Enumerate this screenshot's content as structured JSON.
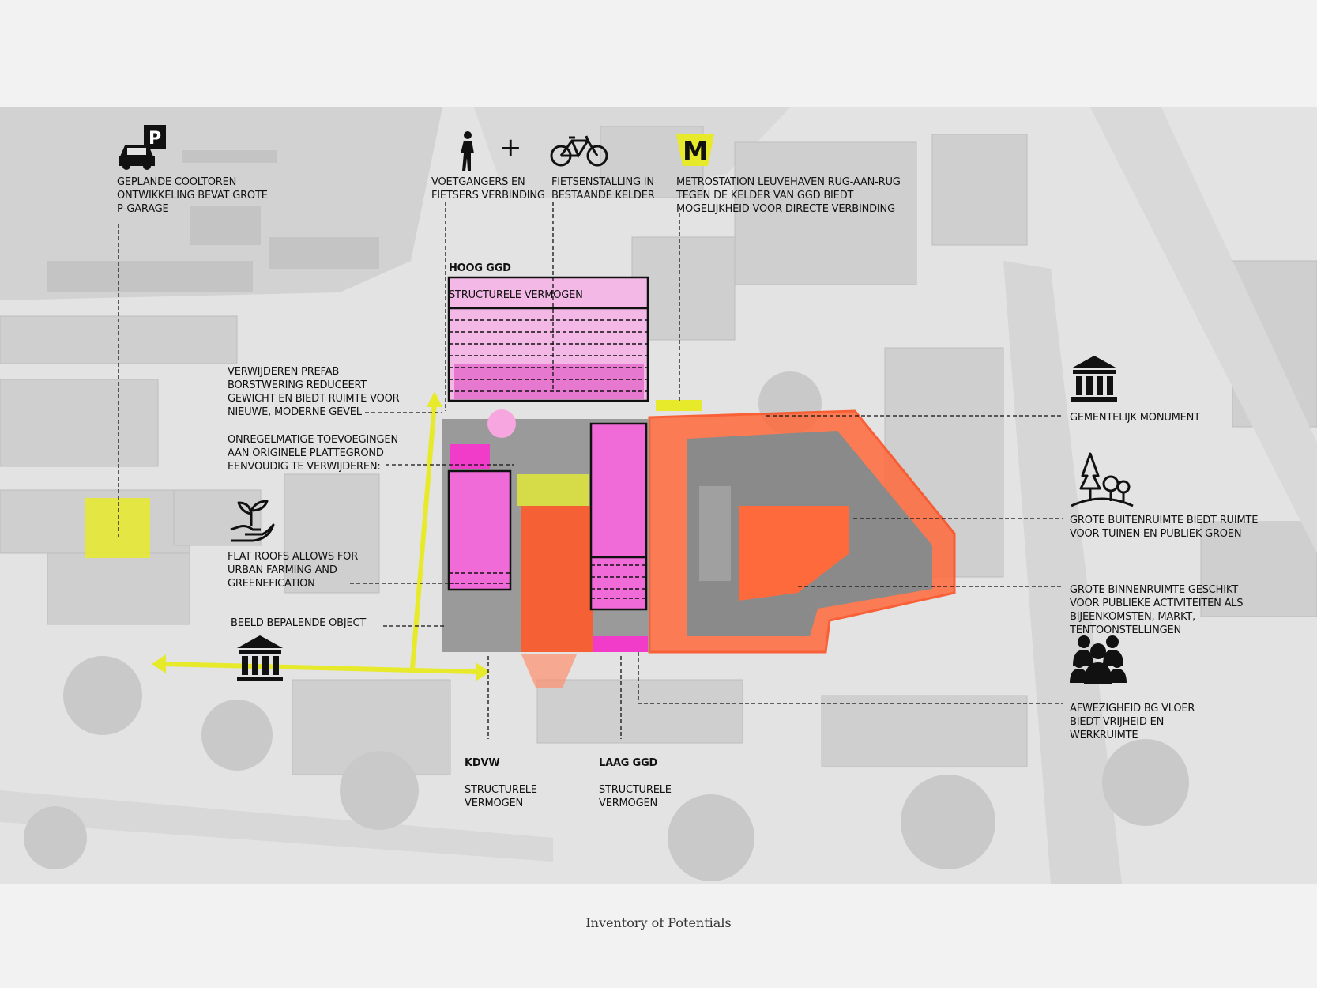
{
  "colors": {
    "background": "#f2f2f2",
    "map": "#e3e3e3",
    "accent_yellow": "#e6ea2a",
    "accent_magenta": "#f03cc8",
    "accent_orange": "#ff5a2a",
    "ink": "#111111"
  },
  "labels": {
    "parking": "GEPLANDE COOLTOREN\nONTWIKKELING BEVAT GROTE\nP-GARAGE",
    "pedestrians": "VOETGANGERS EN\nFIETSERS VERBINDING",
    "bike_storage": "FIETSENSTALLING IN\nBESTAANDE KELDER",
    "metro": "METROSTATION LEUVEHAVEN RUG-AAN-RUG\nTEGEN DE KELDER VAN GGD BIEDT\nMOGELIJKHEID VOOR DIRECTE VERBINDING",
    "hoog_ggd_title": "HOOG GGD",
    "hoog_ggd_sub": "STRUCTURELE VERMOGEN",
    "prefab": "VERWIJDEREN PREFAB\nBORSTWERING REDUCEERT\nGEWICHT EN BIEDT RUIMTE VOOR\nNIEUWE, MODERNE GEVEL",
    "irregular": "ONREGELMATIGE TOEVOEGINGEN\nAAN ORIGINELE PLATTEGROND\nEENVOUDIG TE VERWIJDEREN:",
    "flat_roofs": "FLAT ROOFS ALLOWS FOR\nURBAN FARMING AND\nGREENEFICATION",
    "landmark": "BEELD BEPALENDE OBJECT",
    "monument": "GEMENTELIJK MONUMENT",
    "outdoor": "GROTE BUITENRUIMTE BIEDT RUIMTE\nVOOR TUINEN EN PUBLIEK GROEN",
    "indoor": "GROTE BINNENRUIMTE GESCHIKT\nVOOR PUBLIEKE ACTIVITEITEN ALS\nBIJEENKOMSTEN, MARKT,\nTENTOONSTELLINGEN",
    "ground_floor": "AFWEZIGHEID BG VLOER\nBIEDT VRIJHEID EN\nWERKRUIMTE",
    "kdvw_title": "KDVW",
    "kdvw_sub": "STRUCTURELE\nVERMOGEN",
    "laag_ggd_title": "LAAG GGD",
    "laag_ggd_sub": "STRUCTURELE\nVERMOGEN"
  },
  "icons": {
    "parking": "car-parking-icon",
    "pedestrian": "pedestrian-icon",
    "plus": "plus-icon",
    "bike": "bicycle-icon",
    "metro": "metro-icon",
    "monument_left": "monument-icon",
    "monument_right": "monument-icon",
    "trees": "trees-icon",
    "plant": "plant-hand-icon",
    "people": "people-icon"
  },
  "metro_letter": "M",
  "parking_letter": "P",
  "caption": "Inventory of Potentials"
}
